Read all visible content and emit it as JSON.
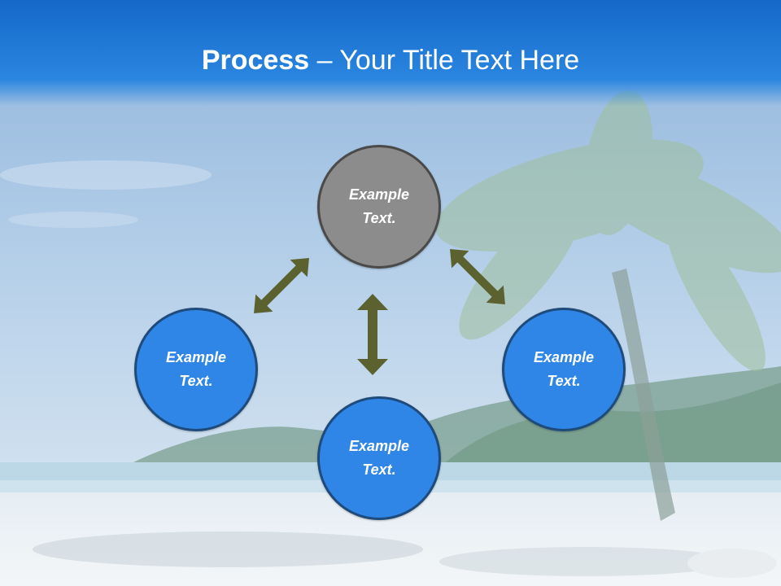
{
  "title": {
    "bold": "Process",
    "rest": " – Your Title Text Here"
  },
  "nodes": {
    "top": {
      "label": "Example Text."
    },
    "left": {
      "label": "Example Text."
    },
    "bottom": {
      "label": "Example Text."
    },
    "right": {
      "label": "Example Text."
    }
  },
  "colors": {
    "header": "#1a70d0",
    "node_blue": "#2f86e6",
    "node_gray": "#8c8c8c",
    "arrow": "#5c6130"
  }
}
